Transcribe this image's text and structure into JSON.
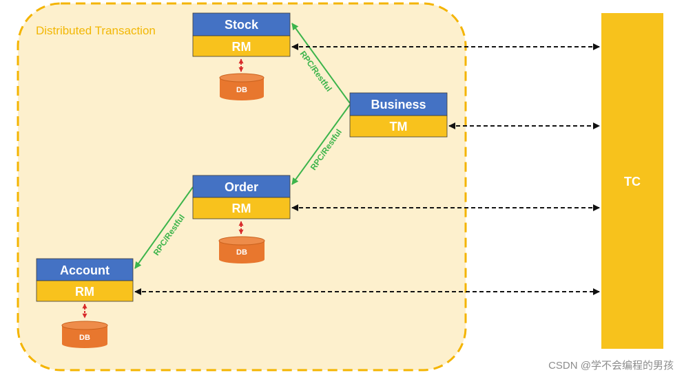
{
  "diagram": {
    "title": "Distributed Transaction",
    "nodes": {
      "stock": {
        "name": "Stock",
        "role": "RM",
        "db": "DB"
      },
      "business": {
        "name": "Business",
        "role": "TM"
      },
      "order": {
        "name": "Order",
        "role": "RM",
        "db": "DB"
      },
      "account": {
        "name": "Account",
        "role": "RM",
        "db": "DB"
      },
      "tc": {
        "name": "TC"
      }
    },
    "edge_labels": {
      "business_to_stock": "RPC/Restful",
      "business_to_order": "RPC/Restful",
      "order_to_account": "RPC/Restful"
    }
  },
  "watermark": "CSDN @学不会编程的男孩",
  "colors": {
    "service_header": "#4472c4",
    "role_box": "#f8c21d",
    "tc_box": "#f7c21c",
    "database": "#e8772e",
    "rpc_arrow": "#3cb44b",
    "db_arrow": "#d82c2c",
    "frame_border": "#f4b400",
    "frame_fill": "#fdf0cd"
  }
}
